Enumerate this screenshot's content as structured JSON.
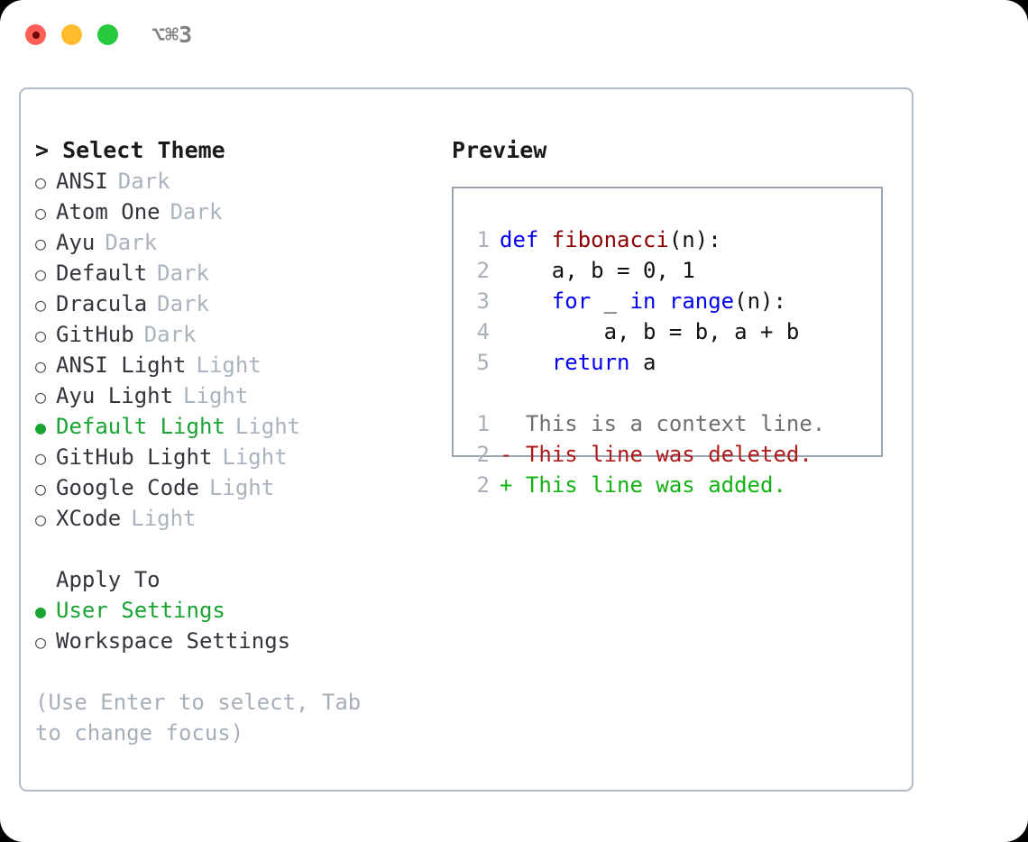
{
  "titlebar": {
    "shortcut": "⌥⌘3",
    "buttons": [
      "close",
      "minimize",
      "maximize"
    ],
    "colors": {
      "close": "#ff5f56",
      "close_inner": "#6e0606",
      "minimize": "#ffbd2e",
      "maximize": "#27c93f"
    }
  },
  "theme_panel": {
    "header": "> Select Theme",
    "items": [
      {
        "bullet": "○",
        "label": "ANSI",
        "tag": "Dark",
        "selected": false
      },
      {
        "bullet": "○",
        "label": "Atom One",
        "tag": "Dark",
        "selected": false
      },
      {
        "bullet": "○",
        "label": "Ayu",
        "tag": "Dark",
        "selected": false
      },
      {
        "bullet": "○",
        "label": "Default",
        "tag": "Dark",
        "selected": false
      },
      {
        "bullet": "○",
        "label": "Dracula",
        "tag": "Dark",
        "selected": false
      },
      {
        "bullet": "○",
        "label": "GitHub",
        "tag": "Dark",
        "selected": false
      },
      {
        "bullet": "○",
        "label": "ANSI Light",
        "tag": "Light",
        "selected": false
      },
      {
        "bullet": "○",
        "label": "Ayu Light",
        "tag": "Light",
        "selected": false
      },
      {
        "bullet": "●",
        "label": "Default Light",
        "tag": "Light",
        "selected": true
      },
      {
        "bullet": "○",
        "label": "GitHub Light",
        "tag": "Light",
        "selected": false
      },
      {
        "bullet": "○",
        "label": "Google Code",
        "tag": "Light",
        "selected": false
      },
      {
        "bullet": "○",
        "label": "XCode",
        "tag": "Light",
        "selected": false
      }
    ]
  },
  "apply_to": {
    "title": "Apply To",
    "items": [
      {
        "bullet": "●",
        "label": "User Settings",
        "selected": true
      },
      {
        "bullet": "○",
        "label": "Workspace Settings",
        "selected": false
      }
    ]
  },
  "help": {
    "text": "(Use Enter to select, Tab to change focus)"
  },
  "preview": {
    "header": "Preview",
    "code_lines": [
      {
        "lineno": "1",
        "segments": [
          {
            "text": "def ",
            "style": "kw"
          },
          {
            "text": "fibonacci",
            "style": "fn"
          },
          {
            "text": "(n):",
            "style": "plain"
          }
        ]
      },
      {
        "lineno": "2",
        "segments": [
          {
            "text": "    a, b = 0, 1",
            "style": "plain"
          }
        ]
      },
      {
        "lineno": "3",
        "segments": [
          {
            "text": "    ",
            "style": "plain"
          },
          {
            "text": "for",
            "style": "kw"
          },
          {
            "text": " _ ",
            "style": "plain"
          },
          {
            "text": "in",
            "style": "kw"
          },
          {
            "text": " ",
            "style": "plain"
          },
          {
            "text": "range",
            "style": "kw"
          },
          {
            "text": "(n):",
            "style": "plain"
          }
        ]
      },
      {
        "lineno": "4",
        "segments": [
          {
            "text": "        a, b = b, a + b",
            "style": "plain"
          }
        ]
      },
      {
        "lineno": "5",
        "segments": [
          {
            "text": "    ",
            "style": "plain"
          },
          {
            "text": "return",
            "style": "kw"
          },
          {
            "text": " a",
            "style": "plain"
          }
        ]
      }
    ],
    "diff_lines": [
      {
        "lineno": "1",
        "marker": " ",
        "text": " This is a context line.",
        "style": "ctx"
      },
      {
        "lineno": "2",
        "marker": "-",
        "text": " This line was deleted.",
        "style": "del"
      },
      {
        "lineno": "2",
        "marker": "+",
        "text": " This line was added.",
        "style": "add"
      }
    ]
  },
  "colors": {
    "accent_green": "#19a433",
    "panel_border": "#b3bbc6",
    "preview_border": "#9aa5b1",
    "muted": "#aab3be",
    "keyword_blue": "#0000ee",
    "function_red": "#8b0000",
    "diff_add": "#15b215",
    "diff_del": "#b01a1a"
  }
}
